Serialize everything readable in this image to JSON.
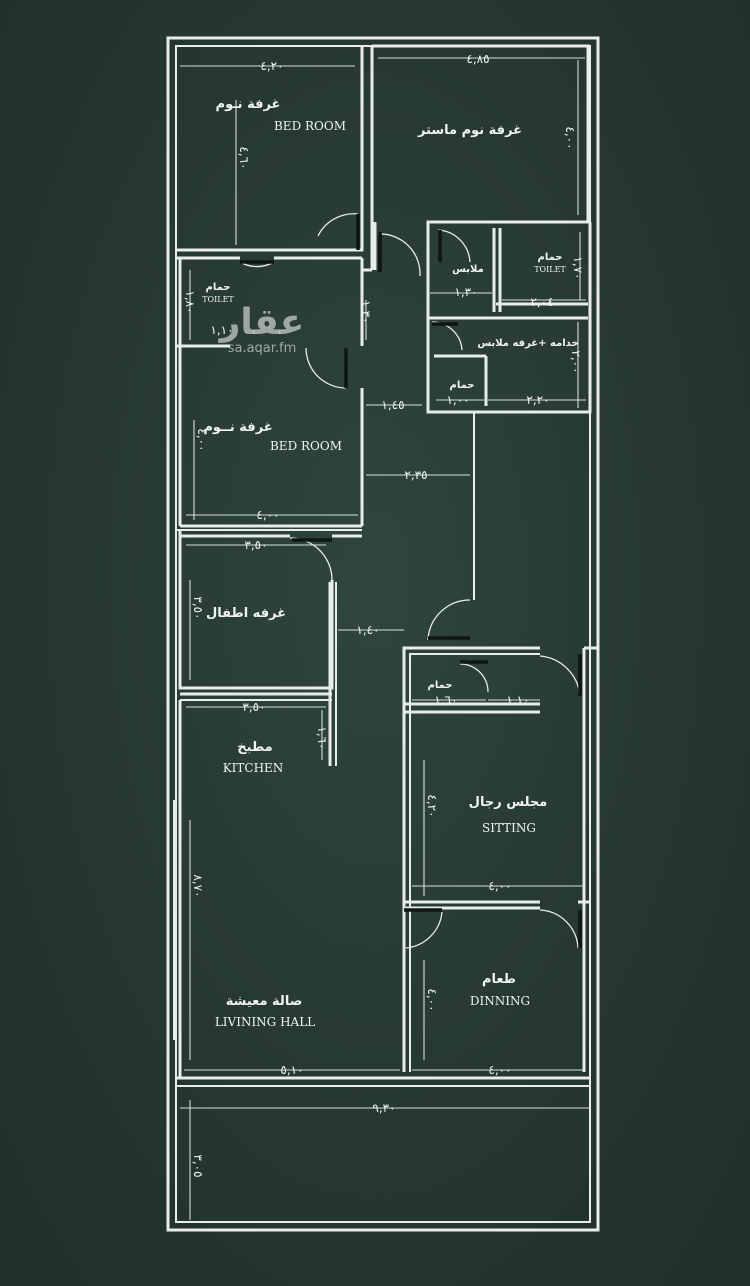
{
  "watermark": {
    "brand": "عقار",
    "url": "sa.aqar.fm"
  },
  "rooms": {
    "bedroom1": {
      "ar": "غرفة نـوم",
      "en": "BED ROOM"
    },
    "master": {
      "ar": "غرفة نوم ماستر"
    },
    "toilet1": {
      "ar": "حمام",
      "en": "TOILET"
    },
    "closet": {
      "ar": "ملابس"
    },
    "toilet2": {
      "ar": "حمام",
      "en": "TOILET"
    },
    "maid": {
      "ar": "خدامه +غرفه ملابس"
    },
    "toilet3": {
      "ar": "حمام"
    },
    "bedroom2": {
      "ar": "غرفة نــوم",
      "en": "BED ROOM"
    },
    "kids": {
      "ar": "غرفه اطفال"
    },
    "kitchen": {
      "ar": "مطبخ",
      "en": "KITCHEN"
    },
    "toilet4": {
      "ar": "حمام"
    },
    "sitting": {
      "ar": "مجلس رجال",
      "en": "SITTING"
    },
    "dining": {
      "ar": "طعام",
      "en": "DINNING"
    },
    "living": {
      "ar": "صالة معيشة",
      "en": "LIVINING HALL"
    }
  },
  "dimensions": {
    "bed1_w": "٤,٢٠",
    "bed1_h": "٤,٦٠",
    "master_w": "٤,٨٥",
    "master_h": "٤,٠٠",
    "toilet1_h": "١,٨٠",
    "toilet1_w": "١,١٠",
    "corridor_h": "١,٣٠",
    "closet_w": "١,٣٠",
    "toilet2_w": "٢,٠٤",
    "toilet2_h": "١,٧٠",
    "maid_w": "٢,٢٠",
    "maid_h": "٢,٠٠",
    "toilet3_w": "١,٠٠",
    "corridor2_w": "١,٤٥",
    "bed2_h": "٤,٠٠",
    "bed2_w": "٤,٠٠",
    "hall_w": "٢,٣٥",
    "kids_w": "٣,٥٠",
    "kids_h": "٣,٥٠",
    "passage_w": "١,٤٠",
    "kitchen_w": "٣,٥٠",
    "kitchen_h": "١,٦٠",
    "toilet4_w": "١,٦٠",
    "entry_w": "١,١٠",
    "sitting_h": "٤,٢٠",
    "sitting_w": "٤,٠٠",
    "living_h": "٨,٧٠",
    "dining_h": "٤,٠٠",
    "living_w": "٥,١٠",
    "dining_w": "٤,٠٠",
    "total_w": "٩,٣٠",
    "yard_h": "٣,٠٥"
  }
}
